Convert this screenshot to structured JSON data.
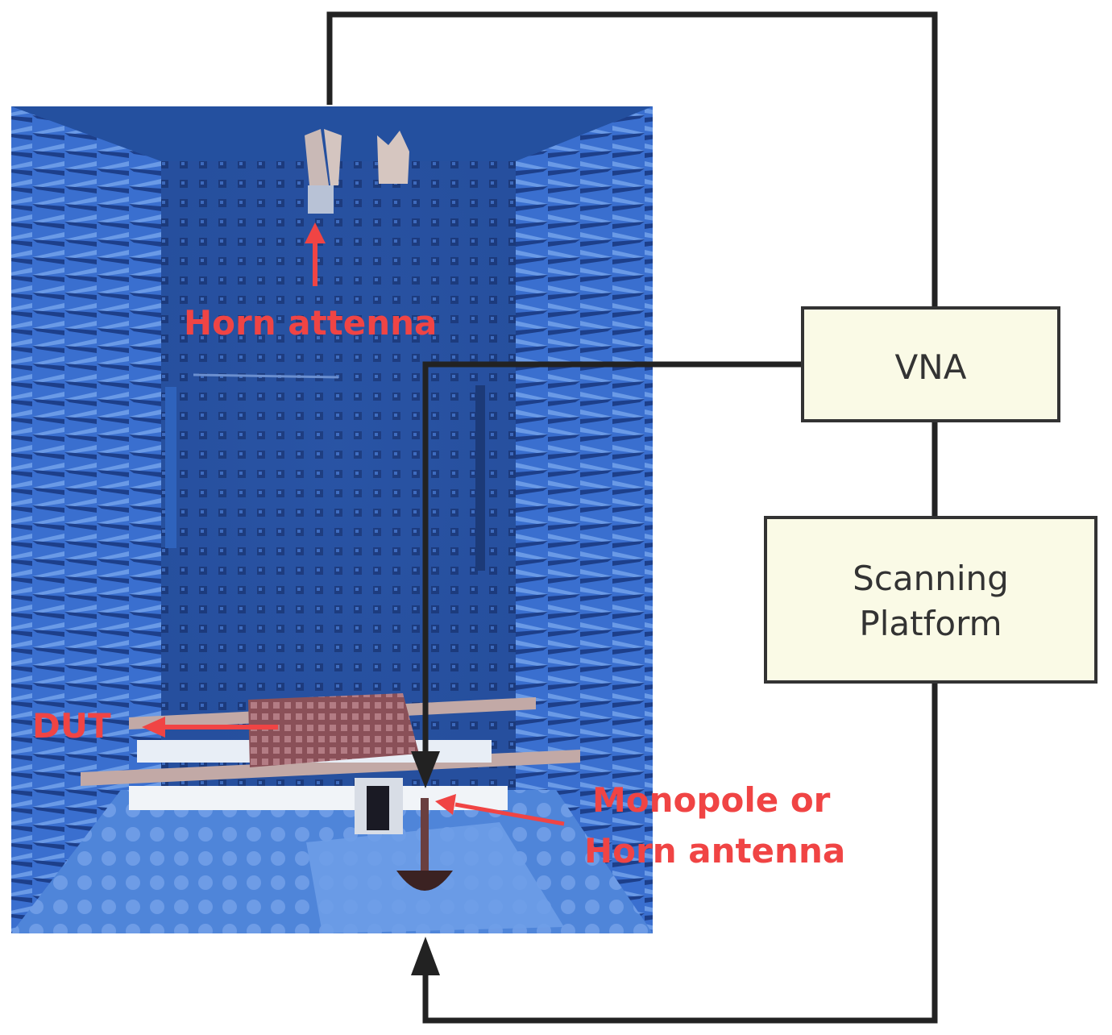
{
  "boxes": {
    "vna": {
      "label": "VNA"
    },
    "scanning_platform": {
      "line1": "Scanning",
      "line2": "Platform"
    }
  },
  "photo_labels": {
    "horn_top": "Horn attenna",
    "dut": "DUT",
    "monopole_line1": "Monopole or",
    "monopole_line2": "Horn antenna"
  },
  "colors": {
    "wire": "#222222",
    "box_fill": "#fafae6",
    "box_border": "#333333",
    "label_red": "#f04444",
    "chamber_blue": "#2f62c4"
  }
}
